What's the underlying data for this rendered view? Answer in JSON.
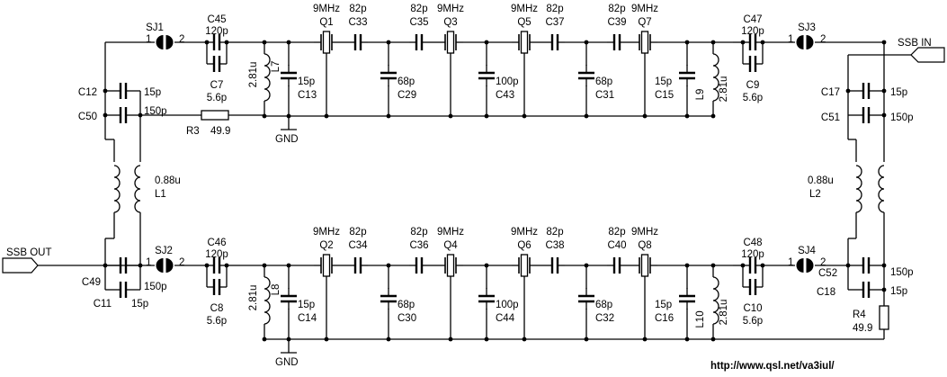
{
  "ports": {
    "in": "SSB  IN",
    "out": "SSB  OUT",
    "gnd": "GND"
  },
  "url": "http://www.qsl.net/va3iul/",
  "sj_labels": {
    "pin1": "1",
    "pin2": "2",
    "top_left": "SJ1",
    "bottom_left": "SJ2",
    "top_right": "SJ3",
    "bottom_right": "SJ4"
  },
  "coupling": {
    "top_left": {
      "ref": "C45",
      "value": "120p",
      "par_ref": "C7",
      "par_value": "5.6p"
    },
    "bottom_left": {
      "ref": "C46",
      "value": "120p",
      "par_ref": "C8",
      "par_value": "5.6p"
    },
    "top_right": {
      "ref": "C47",
      "value": "120p",
      "par_ref": "C9",
      "par_value": "5.6p"
    },
    "bottom_right": {
      "ref": "C48",
      "value": "120p",
      "par_ref": "C10",
      "par_value": "5.6p"
    }
  },
  "inductors": {
    "L7": {
      "ref": "L7",
      "value": "2.81u"
    },
    "L8": {
      "ref": "L8",
      "value": "2.81u"
    },
    "L9": {
      "ref": "L9",
      "value": "2.81u"
    },
    "L10": {
      "ref": "L10",
      "value": "2.81u"
    },
    "L1": {
      "ref": "L1",
      "value": "0.88u"
    },
    "L2": {
      "ref": "L2",
      "value": "0.88u"
    }
  },
  "top_filter": {
    "crystals": [
      {
        "ref": "Q1",
        "freq": "9MHz"
      },
      {
        "ref": "Q3",
        "freq": "9MHz"
      },
      {
        "ref": "Q5",
        "freq": "9MHz"
      },
      {
        "ref": "Q7",
        "freq": "9MHz"
      }
    ],
    "series_caps": [
      {
        "ref": "C33",
        "value": "82p"
      },
      {
        "ref": "C35",
        "value": "82p"
      },
      {
        "ref": "C37",
        "value": "82p"
      },
      {
        "ref": "C39",
        "value": "82p"
      }
    ],
    "shunt_caps": [
      {
        "ref": "C13",
        "value": "15p"
      },
      {
        "ref": "C29",
        "value": "68p"
      },
      {
        "ref": "C43",
        "value": "100p"
      },
      {
        "ref": "C31",
        "value": "68p"
      },
      {
        "ref": "C15",
        "value": "15p"
      }
    ]
  },
  "bottom_filter": {
    "crystals": [
      {
        "ref": "Q2",
        "freq": "9MHz"
      },
      {
        "ref": "Q4",
        "freq": "9MHz"
      },
      {
        "ref": "Q6",
        "freq": "9MHz"
      },
      {
        "ref": "Q8",
        "freq": "9MHz"
      }
    ],
    "series_caps": [
      {
        "ref": "C34",
        "value": "82p"
      },
      {
        "ref": "C36",
        "value": "82p"
      },
      {
        "ref": "C38",
        "value": "82p"
      },
      {
        "ref": "C40",
        "value": "82p"
      }
    ],
    "shunt_caps": [
      {
        "ref": "C14",
        "value": "15p"
      },
      {
        "ref": "C30",
        "value": "68p"
      },
      {
        "ref": "C44",
        "value": "100p"
      },
      {
        "ref": "C32",
        "value": "68p"
      },
      {
        "ref": "C16",
        "value": "15p"
      }
    ]
  },
  "left_network": {
    "C12": {
      "ref": "C12",
      "value": "15p"
    },
    "C50": {
      "ref": "C50",
      "value": "150p"
    },
    "C49": {
      "ref": "C49",
      "value": "150p"
    },
    "C11": {
      "ref": "C11",
      "value": "15p"
    },
    "R3": {
      "ref": "R3",
      "value": "49.9"
    }
  },
  "right_network": {
    "C17": {
      "ref": "C17",
      "value": "15p"
    },
    "C51": {
      "ref": "C51",
      "value": "150p"
    },
    "C52": {
      "ref": "C52",
      "value": "150p"
    },
    "C18": {
      "ref": "C18",
      "value": "15p"
    },
    "R4": {
      "ref": "R4",
      "value": "49.9"
    }
  }
}
